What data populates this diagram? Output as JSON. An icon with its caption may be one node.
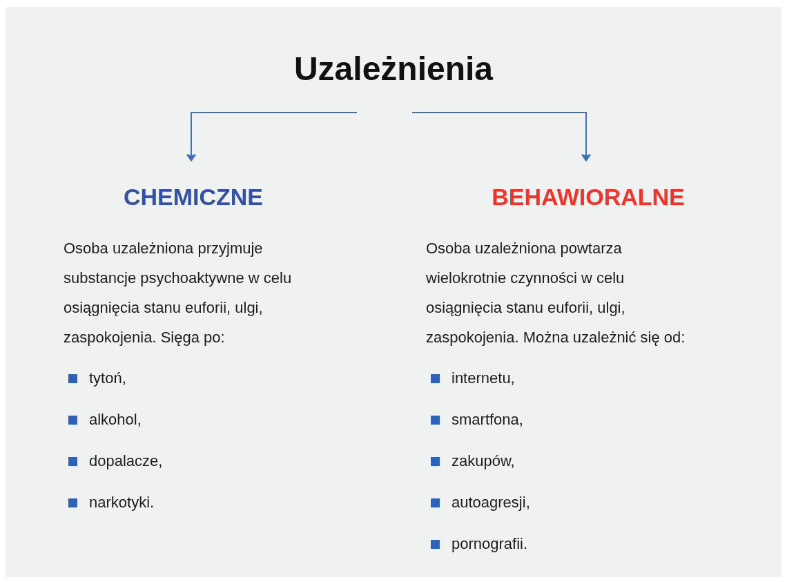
{
  "diagram": {
    "nodes": [
      {
        "text": [
          "Uzależnienia"
        ]
      },
      {
        "text": [
          "CHEMICZNE"
        ]
      },
      {
        "text": [
          "BEHAWIORALNE"
        ]
      }
    ],
    "edges": [
      {
        "from": 0,
        "to": 1,
        "arrow": "to"
      },
      {
        "from": 0,
        "to": 2,
        "arrow": "to"
      }
    ],
    "labels": [
      "Osoba uzależniona przyjmuje substancje psychoaktywne w celu osiągnięcia stanu euforii, ulgi, zaspokojenia. Sięga po:",
      "tytoń,",
      "alkohol,",
      "dopalacze,",
      "narkotyki.",
      "Osoba uzależniona powtarza wielokrotnie czynności w celu osiągnięcia stanu euforii, ulgi, zaspokojenia. Można uzależnić się od:",
      "internetu,",
      "smartfona,",
      "zakupów,",
      "autoagresji,",
      "pornografii."
    ]
  }
}
